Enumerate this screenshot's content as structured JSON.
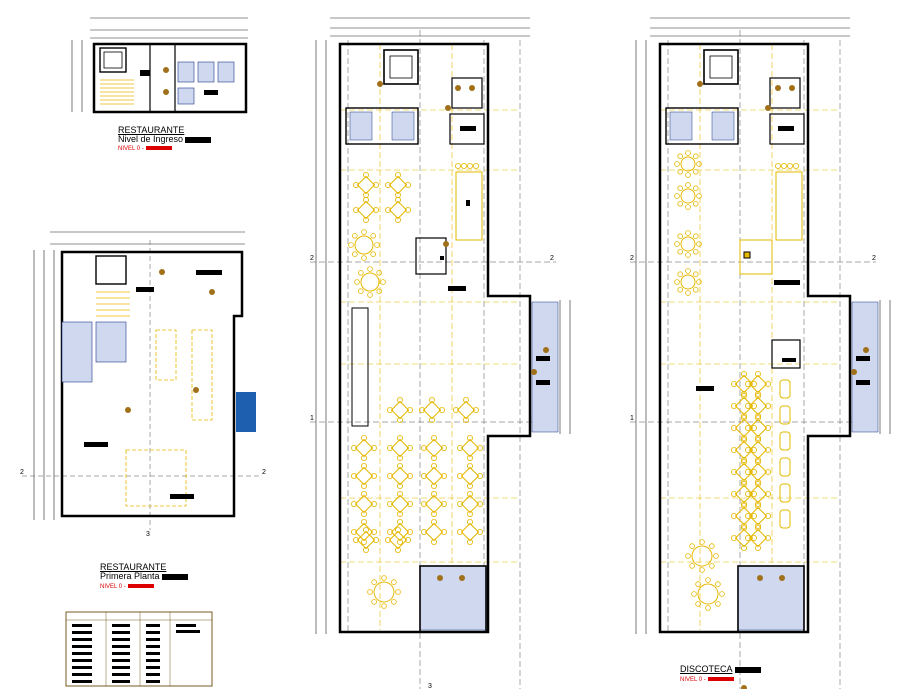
{
  "plans": [
    {
      "key": "ingreso",
      "title": "RESTAURANTE",
      "subtitle": "Nivel de Ingreso",
      "level": "NIVEL 0 -"
    },
    {
      "key": "primera",
      "title": "RESTAURANTE",
      "subtitle": "Primera Planta",
      "level": "NIVEL 0 -"
    },
    {
      "key": "discoteca",
      "title": "DISCOTECA",
      "level": "NIVEL 0 -"
    }
  ],
  "axis_labels": {
    "a": "1",
    "b": "2",
    "c": "3"
  },
  "colors": {
    "wall": "#000000",
    "furniture": "#e6b800",
    "dims": "#1a1a1a",
    "axis": "#555555",
    "tile": "#1f3b8c",
    "accent": "#d00000",
    "blueblock": "#1f5fb0"
  }
}
